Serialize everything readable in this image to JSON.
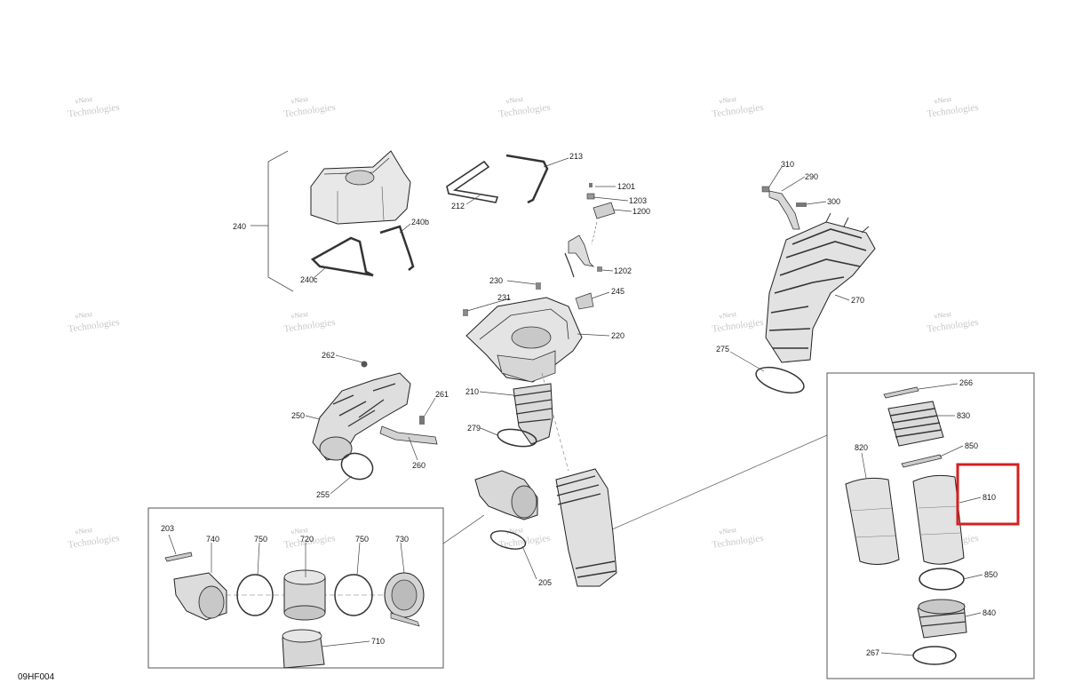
{
  "diagram_code": "09HF004",
  "watermark": {
    "line1": "vNext",
    "line2": "Technologies"
  },
  "highlight_color": "#d42020",
  "callouts": {
    "c240": "240",
    "c240b": "240b",
    "c240c": "240c",
    "c212": "212",
    "c213": "213",
    "c1201": "1201",
    "c1203": "1203",
    "c1200": "1200",
    "c1202": "1202",
    "c310": "310",
    "c290": "290",
    "c300": "300",
    "c230": "230",
    "c231": "231",
    "c245": "245",
    "c220": "220",
    "c270": "270",
    "c275": "275",
    "c262": "262",
    "c261": "261",
    "c250": "250",
    "c260": "260",
    "c255": "255",
    "c210": "210",
    "c279": "279",
    "c205": "205",
    "c266": "266",
    "c830": "830",
    "c820": "820",
    "c850a": "850",
    "c810": "810",
    "c850b": "850",
    "c840": "840",
    "c267": "267",
    "c203": "203",
    "c740": "740",
    "c750a": "750",
    "c720": "720",
    "c750b": "750",
    "c730": "730",
    "c710": "710"
  }
}
